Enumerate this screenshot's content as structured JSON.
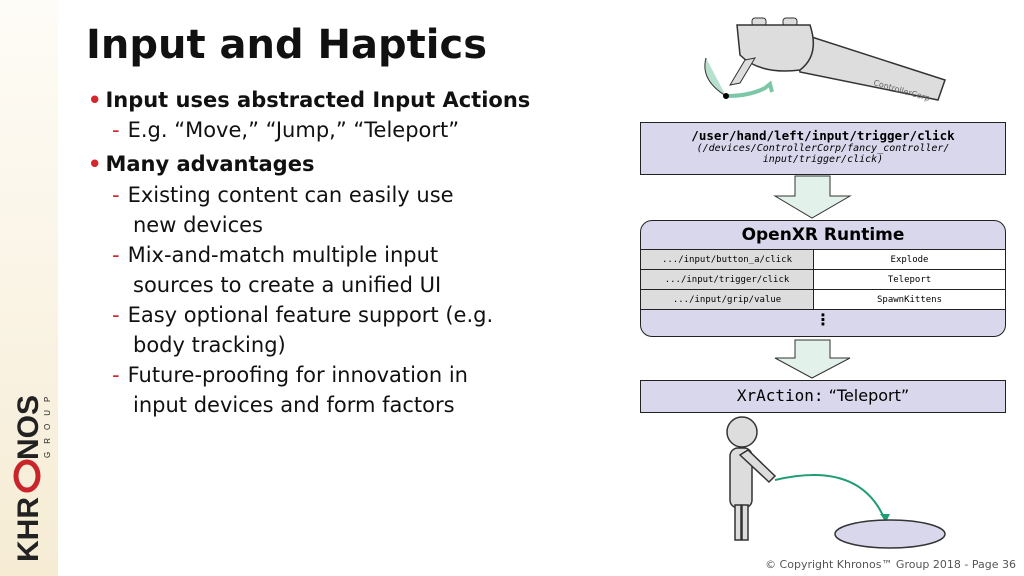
{
  "title": "Input and Haptics",
  "bullets": [
    {
      "text": "Input uses abstracted Input Actions",
      "subs": [
        "E.g. “Move,” “Jump,” “Teleport”"
      ]
    },
    {
      "text": "Many advantages",
      "subs": [
        "Existing content can easily use|new devices",
        "Mix-and-match multiple input|sources to create a unified UI",
        "Easy optional feature support (e.g.|body tracking)",
        "Future-proofing for innovation in|input devices and form factors"
      ]
    }
  ],
  "diagram": {
    "controller_brand": "ControllerCorp",
    "path": "/user/hand/left/input/trigger/click",
    "device_path_1": "(/devices/ControllerCorp/fancy_controller/",
    "device_path_2": "input/trigger/click)",
    "runtime_title": "OpenXR Runtime",
    "bindings": [
      {
        "input": ".../input/button_a/click",
        "action": "Explode"
      },
      {
        "input": ".../input/trigger/click",
        "action": "Teleport"
      },
      {
        "input": ".../input/grip/value",
        "action": "SpawnKittens"
      }
    ],
    "ellipsis": "⋮",
    "xraction_label": "XrAction:",
    "xraction_value": "“Teleport”"
  },
  "logo": "KHRONOS GROUP",
  "footer": "© Copyright Khronos™ Group 2018 - Page 36",
  "colors": {
    "accent": "#d6262b",
    "box": "#d9d7ec",
    "arrow": "#e2f2ea",
    "green": "#1f9e72"
  }
}
